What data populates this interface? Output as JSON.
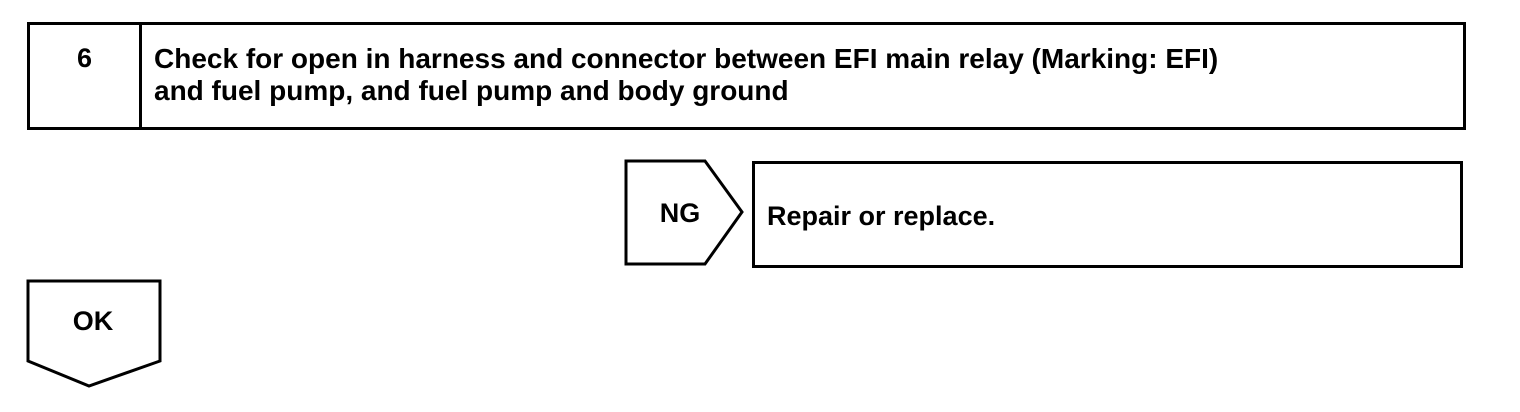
{
  "step": {
    "number": "6",
    "text_line1": "Check for open in harness and connector between EFI main relay (Marking: EFI)",
    "text_line2": "and fuel pump, and fuel pump and body ground"
  },
  "ng_branch": {
    "label": "NG",
    "result": "Repair or replace."
  },
  "ok_branch": {
    "label": "OK"
  }
}
